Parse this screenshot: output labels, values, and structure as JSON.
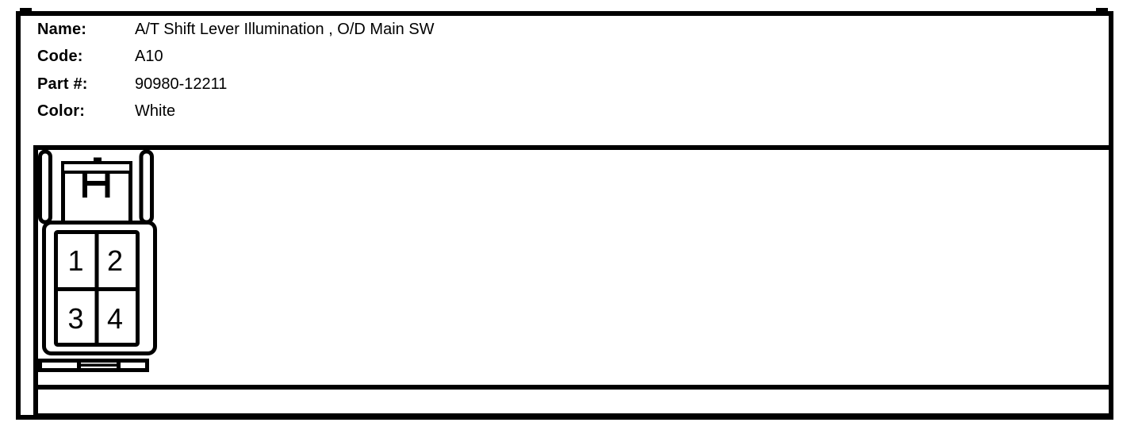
{
  "colors": {
    "ink": "#000000",
    "paper": "#ffffff"
  },
  "header": {
    "fields": [
      {
        "label": "Name:",
        "value": "A/T Shift Lever Illumination , O/D Main SW"
      },
      {
        "label": "Code:",
        "value": "A10"
      },
      {
        "label": "Part #:",
        "value": "90980-12211"
      },
      {
        "label": "Color:",
        "value": "White"
      }
    ]
  },
  "connector": {
    "pins": [
      "1",
      "2",
      "3",
      "4"
    ]
  }
}
